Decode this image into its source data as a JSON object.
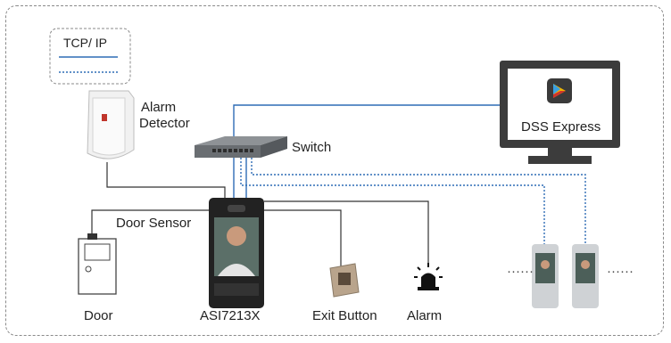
{
  "legend": {
    "solid": "TCP/ IP"
  },
  "labels": {
    "alarm_detector_line1": "Alarm",
    "alarm_detector_line2": "Detector",
    "switch": "Switch",
    "dss": "DSS Express",
    "door_sensor": "Door Sensor",
    "door": "Door",
    "device": "ASI7213X",
    "exit_button": "Exit Button",
    "alarm": "Alarm",
    "more_left": "······",
    "more_right": "······"
  },
  "colors": {
    "network": "#2f6db5",
    "wire": "#333333",
    "monitor": "#3c3c3c"
  }
}
